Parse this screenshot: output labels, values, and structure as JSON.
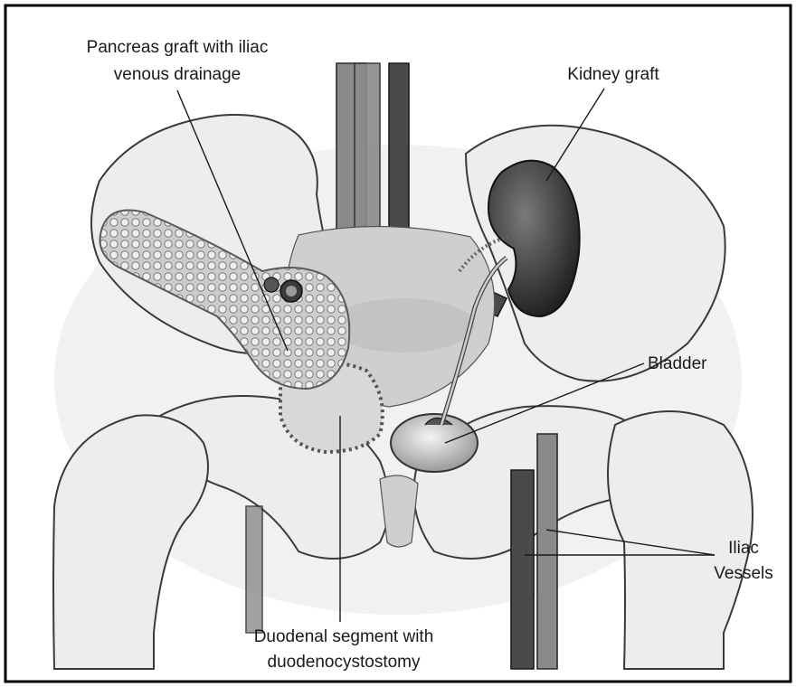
{
  "labels": {
    "pancreas_line1": "Pancreas graft with iliac",
    "pancreas_line2": "venous drainage",
    "kidney": "Kidney graft",
    "bladder": "Bladder",
    "iliac_line1": "Iliac",
    "iliac_line2": "Vessels",
    "duodenal_line1": "Duodenal segment with",
    "duodenal_line2": "duodenocystostomy"
  }
}
